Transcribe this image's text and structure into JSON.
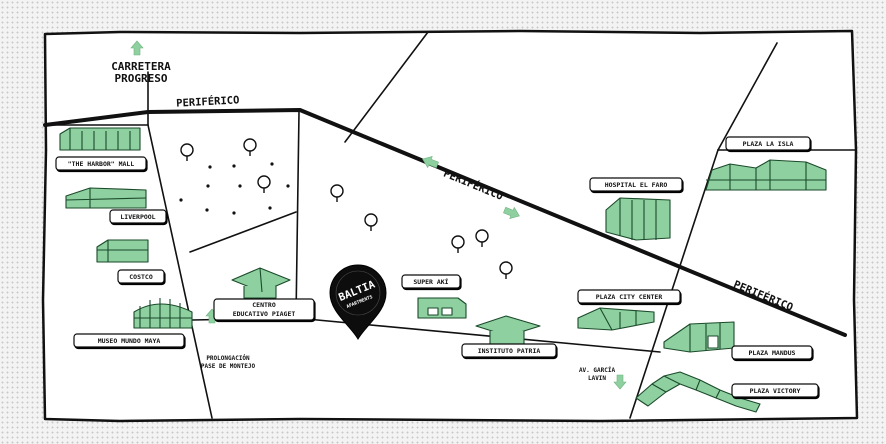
{
  "roads": {
    "carretera": [
      "CARRETERA",
      "PROGRESO"
    ],
    "periferico_1": "PERIFÉRICO",
    "periferico_2": "PERIFÉRICO",
    "periferico_3": "PERIFÉRICO",
    "prolongacion": [
      "PROLONGACIÓN",
      "PASE DE MONTEJO"
    ],
    "garcia_lavin": [
      "AV. GARCÍA",
      "LAVIN"
    ]
  },
  "places": {
    "harbor": "\"THE HARBOR\" MALL",
    "liverpool": "LIVERPOOL",
    "costco": "COSTCO",
    "museo": "MUSEO MUNDO MAYA",
    "piaget": [
      "CENTRO",
      "EDUCATIVO PIAGET"
    ],
    "super_aki": "SUPER AKÍ",
    "patria": "INSTITUTO PATRIA",
    "hospital": "HOSPITAL EL FARO",
    "city_center": "PLAZA CITY CENTER",
    "la_isla": "PLAZA LA ISLA",
    "mandus": "PLAZA MANDUS",
    "victory": "PLAZA VICTORY"
  },
  "marker": {
    "name": "BALTIA",
    "subtitle": "APARTMENTS"
  },
  "colors": {
    "building": "#8fd0a0",
    "arrow": "#8fd0a0",
    "ink": "#111111",
    "map_bg": "#ffffff"
  }
}
